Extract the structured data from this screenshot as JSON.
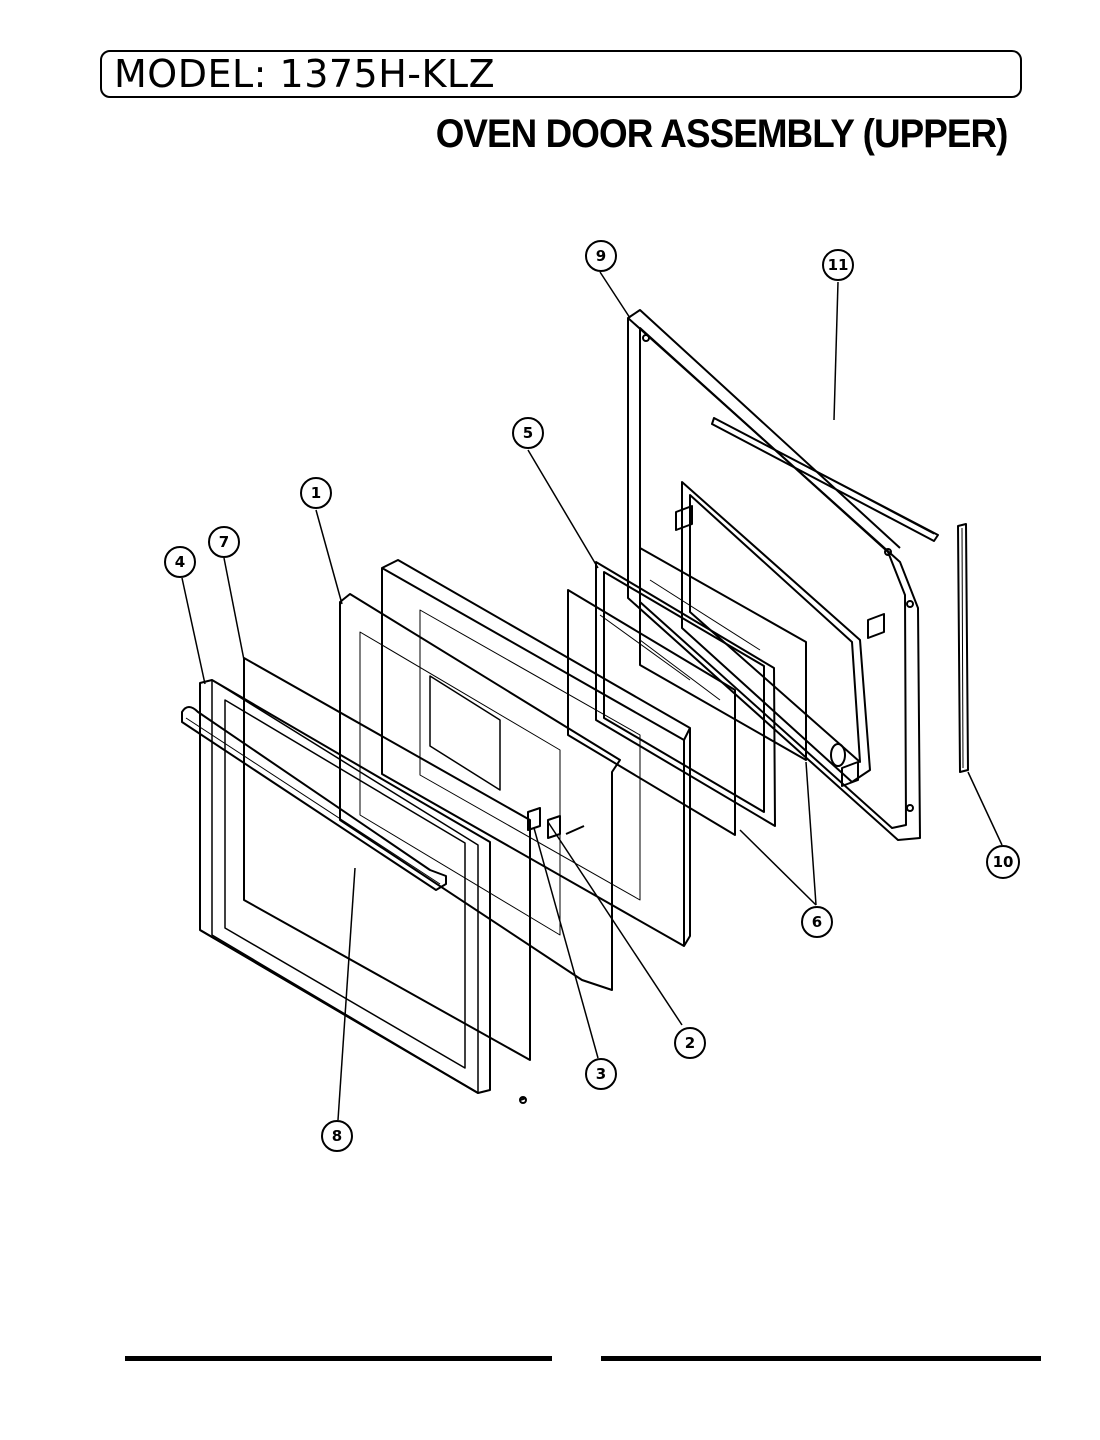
{
  "header": {
    "model": "MODEL: 1375H-KLZ",
    "title": "OVEN DOOR ASSEMBLY (UPPER)"
  },
  "callouts": {
    "c1": "1",
    "c2": "2",
    "c3": "3",
    "c4": "4",
    "c5": "5",
    "c6": "6",
    "c7": "7",
    "c8": "8",
    "c9": "9",
    "c10": "10",
    "c11": "11"
  }
}
